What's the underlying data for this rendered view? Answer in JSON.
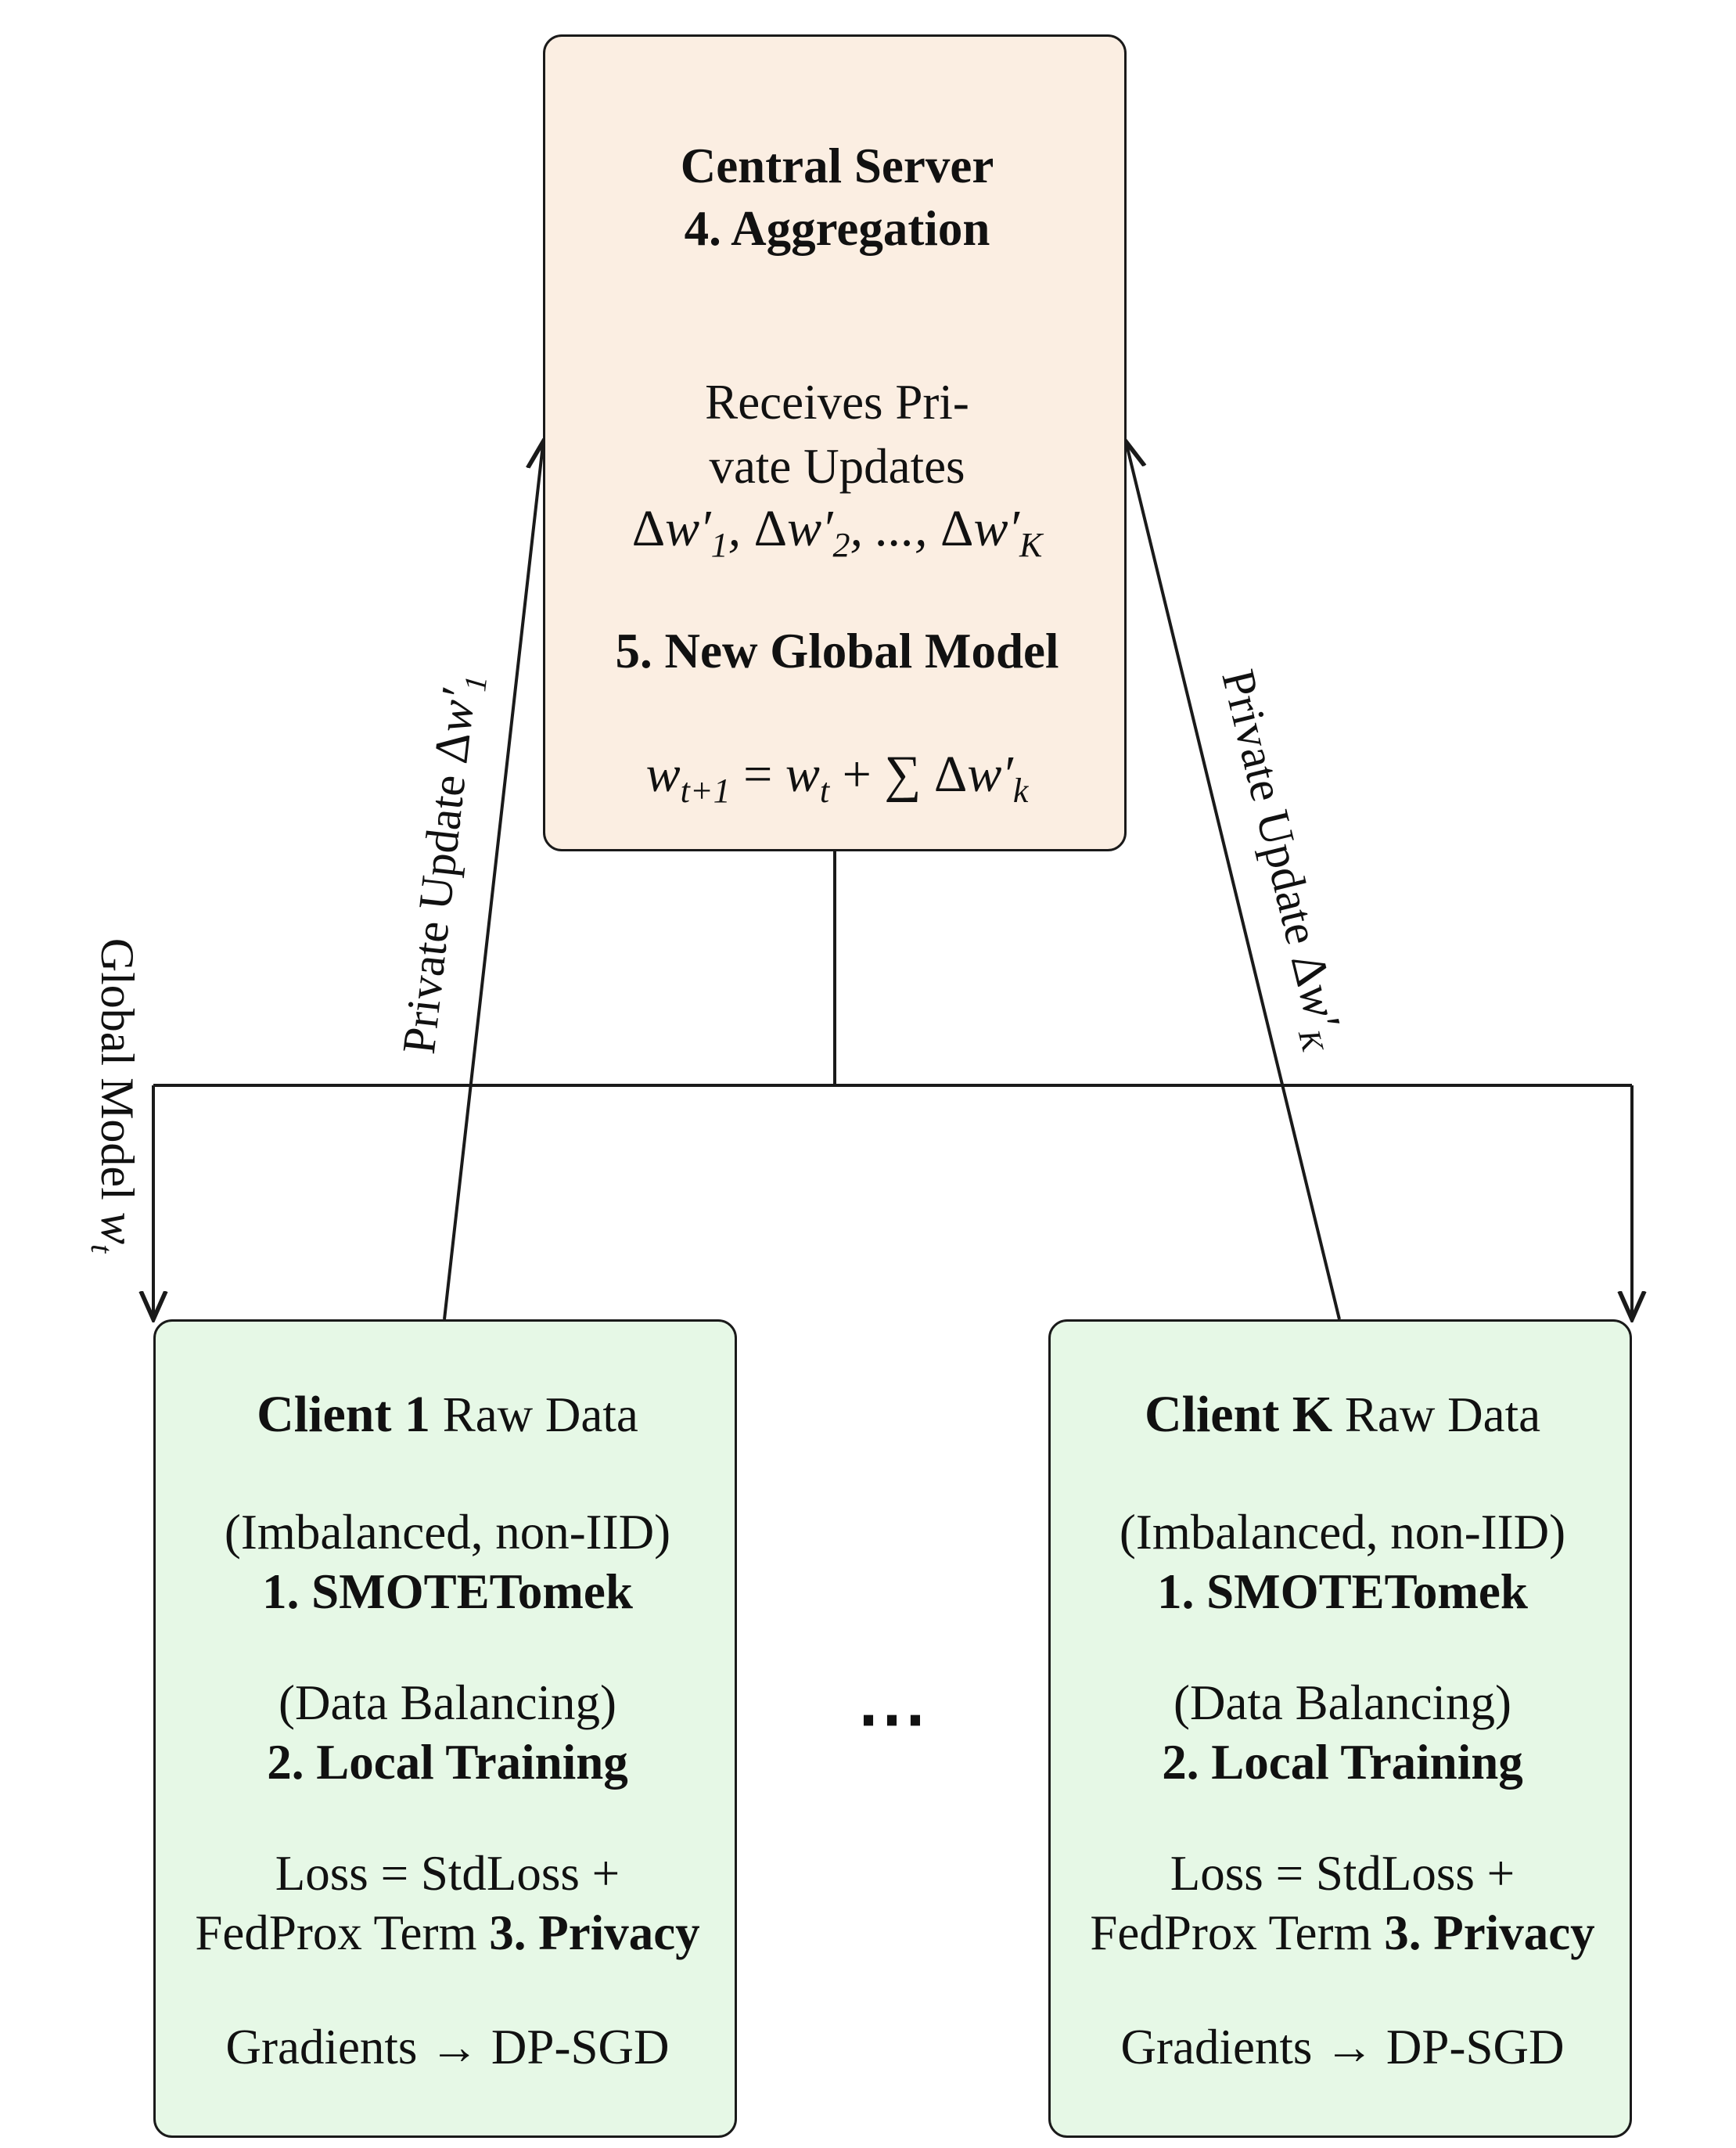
{
  "server": {
    "title": "Central Server",
    "step4": "4.  Aggregation",
    "receives_line1": "Receives Pri-",
    "receives_line2": "vate Updates",
    "updates_formula": "Δw′1, Δw′2, ..., Δw′K",
    "step5": "5.  New Global Model",
    "update_formula": "wt+1 = wt + ∑ Δw′k"
  },
  "clients": [
    {
      "name": "Client 1",
      "raw_data": "Raw Data",
      "data_note": "(Imbalanced, non-IID)",
      "step1": "1.  SMOTETomek",
      "step1_note": "(Data Balancing)",
      "step2": "2.  Local Training",
      "loss_line": "Loss = StdLoss +",
      "fedprox": "FedProx Term",
      "step3": "3.  Privacy",
      "gradients": "Gradients → DP-SGD"
    },
    {
      "name": "Client K",
      "raw_data": "Raw Data",
      "data_note": "(Imbalanced, non-IID)",
      "step1": "1.  SMOTETomek",
      "step1_note": "(Data Balancing)",
      "step2": "2.  Local Training",
      "loss_line": "Loss = StdLoss +",
      "fedprox": "FedProx Term",
      "step3": "3.  Privacy",
      "gradients": "Gradients → DP-SGD"
    }
  ],
  "edges": {
    "global_model": "Global Model wt",
    "private_update_1": "Private Update Δw′1",
    "private_update_k": "Private Update Δw′K"
  },
  "ellipsis": "⋯",
  "colors": {
    "server_fill": "#fbeee2",
    "client_fill": "#e6f8e6",
    "stroke": "#1a1a1a"
  }
}
